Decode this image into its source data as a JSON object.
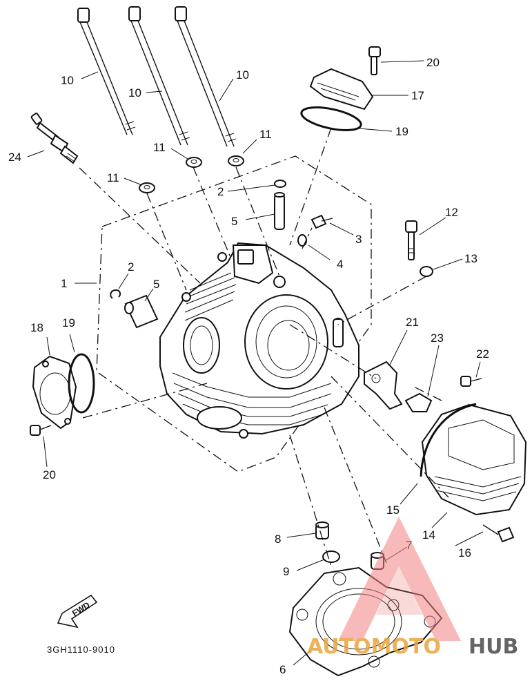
{
  "diagram": {
    "labels": [
      {
        "id": "label-10-a",
        "text": "10"
      },
      {
        "id": "label-10-b",
        "text": "10"
      },
      {
        "id": "label-10-c",
        "text": "10"
      },
      {
        "id": "label-11-a",
        "text": "11"
      },
      {
        "id": "label-11-b",
        "text": "11"
      },
      {
        "id": "label-11-c",
        "text": "11"
      },
      {
        "id": "label-24",
        "text": "24"
      },
      {
        "id": "label-2-a",
        "text": "2"
      },
      {
        "id": "label-2-b",
        "text": "2"
      },
      {
        "id": "label-5-a",
        "text": "5"
      },
      {
        "id": "label-5-b",
        "text": "5"
      },
      {
        "id": "label-3",
        "text": "3"
      },
      {
        "id": "label-4",
        "text": "4"
      },
      {
        "id": "label-1",
        "text": "1"
      },
      {
        "id": "label-20-a",
        "text": "20"
      },
      {
        "id": "label-20-b",
        "text": "20"
      },
      {
        "id": "label-17",
        "text": "17"
      },
      {
        "id": "label-19-a",
        "text": "19"
      },
      {
        "id": "label-19-b",
        "text": "19"
      },
      {
        "id": "label-12",
        "text": "12"
      },
      {
        "id": "label-13",
        "text": "13"
      },
      {
        "id": "label-18",
        "text": "18"
      },
      {
        "id": "label-21",
        "text": "21"
      },
      {
        "id": "label-23",
        "text": "23"
      },
      {
        "id": "label-22",
        "text": "22"
      },
      {
        "id": "label-15",
        "text": "15"
      },
      {
        "id": "label-14",
        "text": "14"
      },
      {
        "id": "label-16",
        "text": "16"
      },
      {
        "id": "label-8",
        "text": "8"
      },
      {
        "id": "label-7",
        "text": "7"
      },
      {
        "id": "label-9",
        "text": "9"
      },
      {
        "id": "label-6",
        "text": "6"
      }
    ],
    "fwd_arrow_text": "FWD",
    "drawing_code": "3GH1110-9010"
  },
  "watermark": {
    "part_a": "AUTOMOTO",
    "part_b": "HUB",
    "color_a": "#e9a43d",
    "color_b": "#4a4a4a",
    "triangle_color": "#f08080"
  }
}
